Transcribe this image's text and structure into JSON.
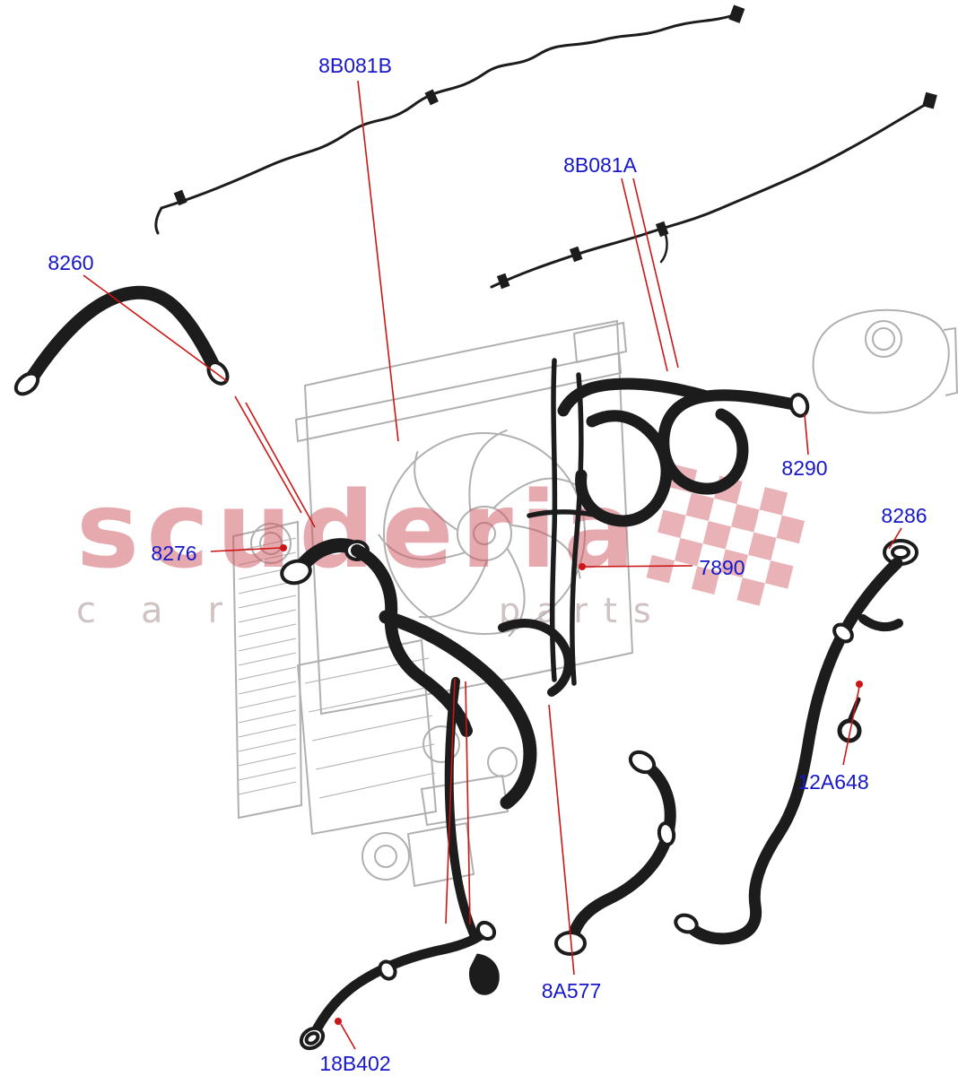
{
  "colors": {
    "label": "#1717c9",
    "leader": "#cc1616",
    "watermark": "#cf5560",
    "watermark_sub": "#c4b4b4",
    "drawing_gray": "#b0b0b0",
    "hose_black": "#1c1c1c"
  },
  "watermark": {
    "brand": "scuderia",
    "sub_left": "car",
    "sub_right": "parts"
  },
  "labels": [
    {
      "part": "8B081B"
    },
    {
      "part": "8B081A"
    },
    {
      "part": "8260"
    },
    {
      "part": "8276"
    },
    {
      "part": "8290"
    },
    {
      "part": "8286"
    },
    {
      "part": "7890"
    },
    {
      "part": "12A648"
    },
    {
      "part": "8A577"
    },
    {
      "part": "18B402"
    }
  ]
}
